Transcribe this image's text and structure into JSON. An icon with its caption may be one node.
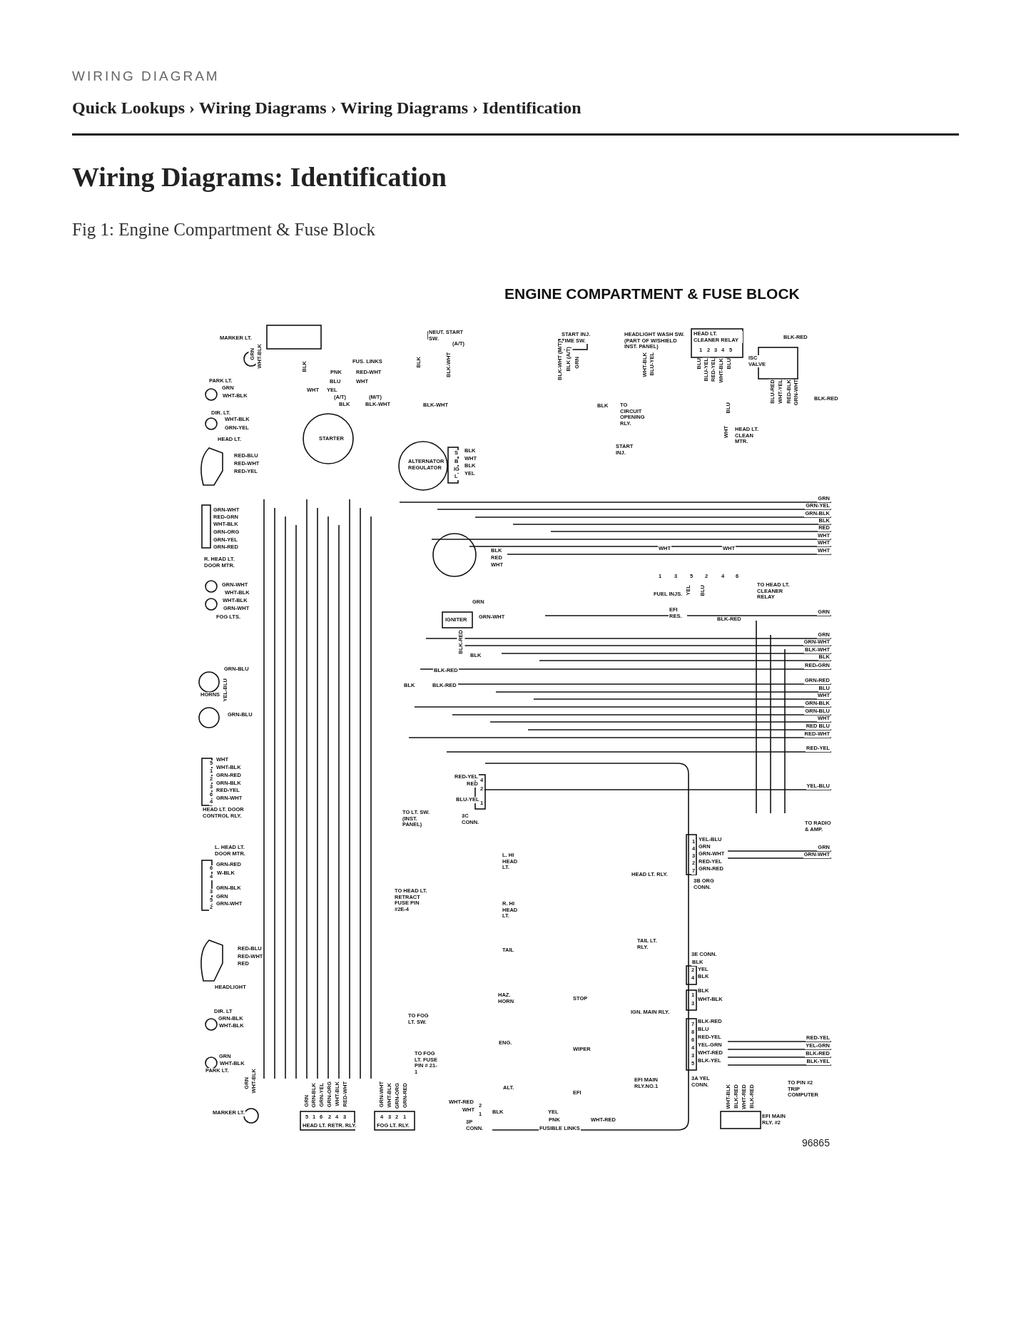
{
  "diagram": {
    "title": "Wiring Diagrams: Identification",
    "caption": "Fig 1: Engine Compartment & Fuse Block",
    "labels": [
      "WIRING DIAGRAM",
      "Quick Lookups › Wiring Diagrams › Wiring Diagrams › Identification",
      "ENGINE COMPARTMENT & FUSE BLOCK",
      "MARKER LT.",
      "GRN",
      "WHT-BLK",
      "NEUT. START SW.",
      "(A/T)",
      "BLK",
      "FUS. LINKS",
      "PNK",
      "RED-WHT",
      "BLU",
      "WHT",
      "BLK",
      "BLK-WHT",
      "PARK LT.",
      "GRN",
      "WHT-BLK",
      "WHT",
      "YEL",
      "(A/T)",
      "BLK",
      "(M/T)",
      "BLK-WHT",
      "BLK-WHT",
      "DIR. LT.",
      "WHT-BLK",
      "GRN-YEL",
      "HEAD LT.",
      "STARTER",
      "RED-BLU",
      "RED-WHT",
      "RED-YEL",
      "ALTERNATOR REGULATOR",
      "S",
      "BLK",
      "B",
      "WHT",
      "IG",
      "BLK",
      "L",
      "YEL",
      "START INJ. TIME SW.",
      "BLK-WHT (M/T)",
      "BLK (A/T)",
      "GRN",
      "HEADLIGHT WASH SW. (PART OF W/SHIELD INST. PANEL)",
      "HEAD LT. CLEANER RELAY",
      "1",
      "2",
      "3",
      "4",
      "5",
      "WHT-BLK",
      "BLU-YEL",
      "BLU",
      "BLU-YEL",
      "RED-YEL",
      "WHT-BLK",
      "BLU",
      "ISC VALVE",
      "BLK-RED",
      "BLU-RED",
      "WHT-YEL",
      "RED-BLK",
      "GRN-WHT",
      "BLK-RED",
      "BLK",
      "TO CIRCUIT OPENING RLY.",
      "BLU",
      "WHT",
      "HEAD LT. CLEAN MTR.",
      "START INJ.",
      "GRN-WHT",
      "RED-GRN",
      "WHT-BLK",
      "GRN-ORG",
      "GRN-YEL",
      "GRN-RED",
      "R. HEAD LT. DOOR MTR.",
      "GRN",
      "GRN-YEL",
      "GRN-BLK",
      "BLK",
      "RED",
      "WHT",
      "WHT",
      "BLK",
      "WHT",
      "WHT",
      "WHT",
      "RED",
      "WHT",
      "1",
      "3",
      "5",
      "2",
      "4",
      "6",
      "FUEL INJS.",
      "YEL",
      "BLU",
      "EFI RES.",
      "BLK-RED",
      "TO HEAD LT. CLEANER RELAY",
      "GRN",
      "GRN-WHT",
      "WHT-BLK",
      "WHT-BLK",
      "GRN-WHT",
      "FOG LTS.",
      "GRN",
      "IGNITER",
      "GRN-WHT",
      "GRN",
      "GRN-WHT",
      "BLK-WHT",
      "BLK",
      "RED-GRN",
      "BLK-RED",
      "BLK",
      "GRN-BLU",
      "BLK-RED",
      "GRN-RED",
      "YEL-BLU",
      "BLU",
      "BLK",
      "BLK-RED",
      "HORNS",
      "WHT",
      "GRN-BLK",
      "GRN-BLU",
      "GRN-BLU",
      "WHT",
      "RED BLU",
      "RED-WHT",
      "RED-YEL",
      "5",
      "WHT",
      "1",
      "WHT-BLK",
      "2",
      "GRN-RED",
      "3",
      "GRN-BLK",
      "6",
      "RED-YEL",
      "4",
      "GRN-WHT",
      "RED-YEL",
      "4",
      "RED",
      "2",
      "BLU-YEL",
      "1",
      "YEL-BLU",
      "HEAD LT. DOOR CONTROL RLY.",
      "TO LT. SW. (INST. PANEL)",
      "3C CONN.",
      "TO RADIO & AMP.",
      "1",
      "YEL-BLU",
      "4",
      "GRN",
      "GRN",
      "3",
      "GRN-WHT",
      "GRN-WHT",
      "2",
      "RED-YEL",
      "7",
      "GRN-RED",
      "L. HEAD LT. DOOR MTR.",
      "L. HI HEAD LT.",
      "6",
      "GRN-RED",
      "4",
      "W-BLK",
      "HEAD LT. RLY.",
      "3B ORG CONN.",
      "3",
      "GRN-BLK",
      "5",
      "GRN",
      "2",
      "GRN-WHT",
      "TO HEAD LT. RETRACT FUSE PIN #2E-4",
      "R. HI HEAD LT.",
      "TAIL LT. RLY.",
      "RED-BLU",
      "RED-WHT",
      "RED",
      "TAIL",
      "3E CONN.",
      "BLK",
      "2",
      "YEL",
      "4",
      "BLK",
      "HEADLIGHT",
      "1",
      "BLK",
      "HAZ. HORN",
      "STOP",
      "3",
      "WHT-BLK",
      "DIR. LT",
      "IGN. MAIN RLY.",
      "TO FOG LT. SW.",
      "GRN-BLK",
      "WHT-BLK",
      "7",
      "BLK-RED",
      "8",
      "BLU",
      "6",
      "RED-YEL",
      "RED-YEL",
      "ENG.",
      "4",
      "YEL-GRN",
      "YEL-GRN",
      "WIPER",
      "3",
      "WHT-RED",
      "BLK-RED",
      "5",
      "BLK-YEL",
      "BLK-YEL",
      "TO FOG LT. FUSE PIN # 21-1",
      "GRN",
      "WHT-BLK",
      "PARK LT.",
      "EFI MAIN RLY.NO.1",
      "3A YEL CONN.",
      "TO PIN #2 TRIP COMPUTER",
      "ALT.",
      "GRN",
      "WHT-BLK",
      "EFI",
      "GRN",
      "GRN-BLK",
      "GRN-YEL",
      "GRN-ORG",
      "WHT-BLK",
      "RED-WHT",
      "GRN-WHT",
      "WHT-BLK",
      "GRN-ORG",
      "GRN-RED",
      "WHT-BLK",
      "BLK-RED",
      "WHT-RED",
      "BLK-RED",
      "WHT-RED",
      "2",
      "MARKER LT.",
      "WHT",
      "1",
      "BLK",
      "YEL",
      "5",
      "1",
      "6",
      "2",
      "4",
      "3",
      "4",
      "3",
      "2",
      "1",
      "EFI MAIN RLY. #2",
      "PNK",
      "WHT-RED",
      "3P CONN.",
      "HEAD LT. RETR. RLY.",
      "FOG LT. RLY.",
      "FUSIBLE LINKS",
      "96865"
    ]
  }
}
